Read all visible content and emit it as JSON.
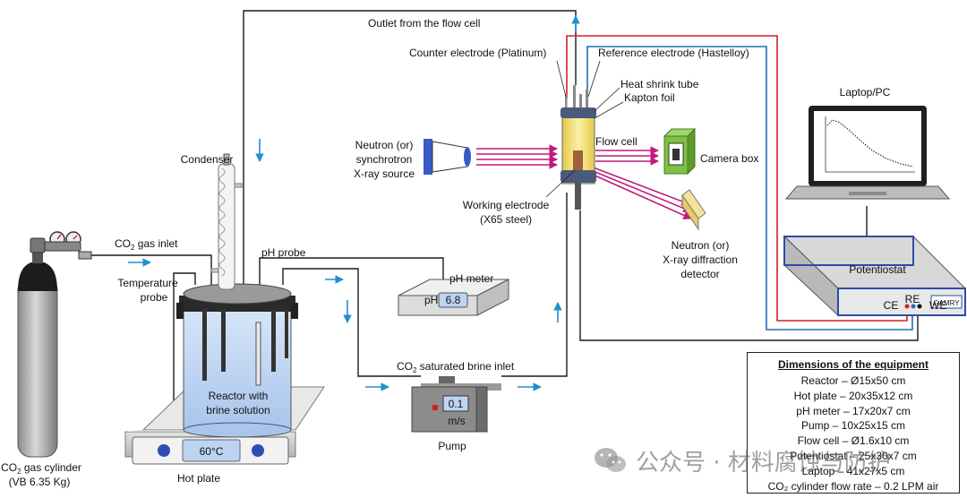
{
  "colors": {
    "pipe": "#1a1a1a",
    "flow_arrow": "#1f8fd0",
    "beam": "#c2187a",
    "ce_wire": "#d42020",
    "re_wire": "#1f6fb8",
    "brine": "#bcd3f2",
    "flow_cell_glow": "#f5e27a",
    "camera_box": "#7dc242",
    "potentiostat": "#d6d6d6"
  },
  "labels": {
    "outlet": "Outlet from the flow cell",
    "counter_electrode": "Counter electrode (Platinum)",
    "reference_electrode": "Reference electrode (Hastelloy)",
    "heat_shrink": "Heat shrink tube",
    "kapton": "Kapton foil",
    "flow_cell": "Flow cell",
    "source_line1": "Neutron (or)",
    "source_line2": "synchrotron",
    "source_line3": "X-ray source",
    "working_electrode_line1": "Working electrode",
    "working_electrode_line2": "(X65 steel)",
    "camera_box": "Camera box",
    "detector_line1": "Neutron (or)",
    "detector_line2": "X-ray diffraction",
    "detector_line3": "detector",
    "laptop": "Laptop/PC",
    "potentiostat": "Potentiostat",
    "ce": "CE",
    "re": "RE",
    "we": "WE",
    "gamry": "GAMRY",
    "condenser": "Condenser",
    "co2_inlet_prefix": "CO",
    "co2_inlet_sub": "2",
    "co2_inlet_suffix": " gas inlet",
    "ph_probe": "pH probe",
    "ph_meter": "pH meter",
    "ph_display_label": "pH",
    "ph_value": "6.8",
    "temp_probe_line1": "Temperature",
    "temp_probe_line2": "probe",
    "reactor_line1": "Reactor with",
    "reactor_line2": "brine solution",
    "brine_inlet_prefix": "CO",
    "brine_inlet_sub": "2",
    "brine_inlet_suffix": " saturated brine inlet",
    "pump_value": "0.1",
    "pump_unit": "m/s",
    "pump": "Pump",
    "hot_plate_temp": "60°C",
    "hot_plate": "Hot plate",
    "cylinder_line1_prefix": "CO",
    "cylinder_line1_sub": "2",
    "cylinder_line1_suffix": " gas cylinder",
    "cylinder_line2": "(VB 6.35 Kg)"
  },
  "dimensions": {
    "title": "Dimensions of the equipment",
    "rows": [
      "Reactor – Ø15x50 cm",
      "Hot plate – 20x35x12 cm",
      "pH meter – 17x20x7 cm",
      "Pump – 10x25x15 cm",
      "Flow cell – Ø1.6x10 cm",
      "Potentiostat – 25x30x7 cm",
      "Laptop – 41x27x5 cm",
      "CO₂ cylinder  flow rate – 0.2 LPM air"
    ]
  },
  "watermark": "公众号 · 材料腐蚀与防护"
}
